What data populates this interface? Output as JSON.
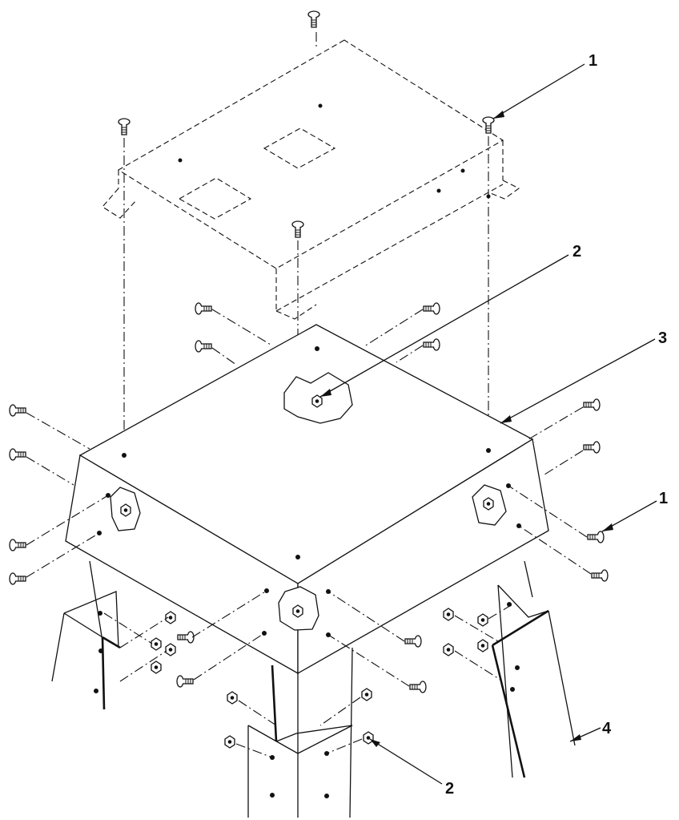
{
  "callouts": {
    "c1_top": "1",
    "c2_mid": "2",
    "c3": "3",
    "c1_right": "1",
    "c4": "4",
    "c2_bottom": "2"
  }
}
